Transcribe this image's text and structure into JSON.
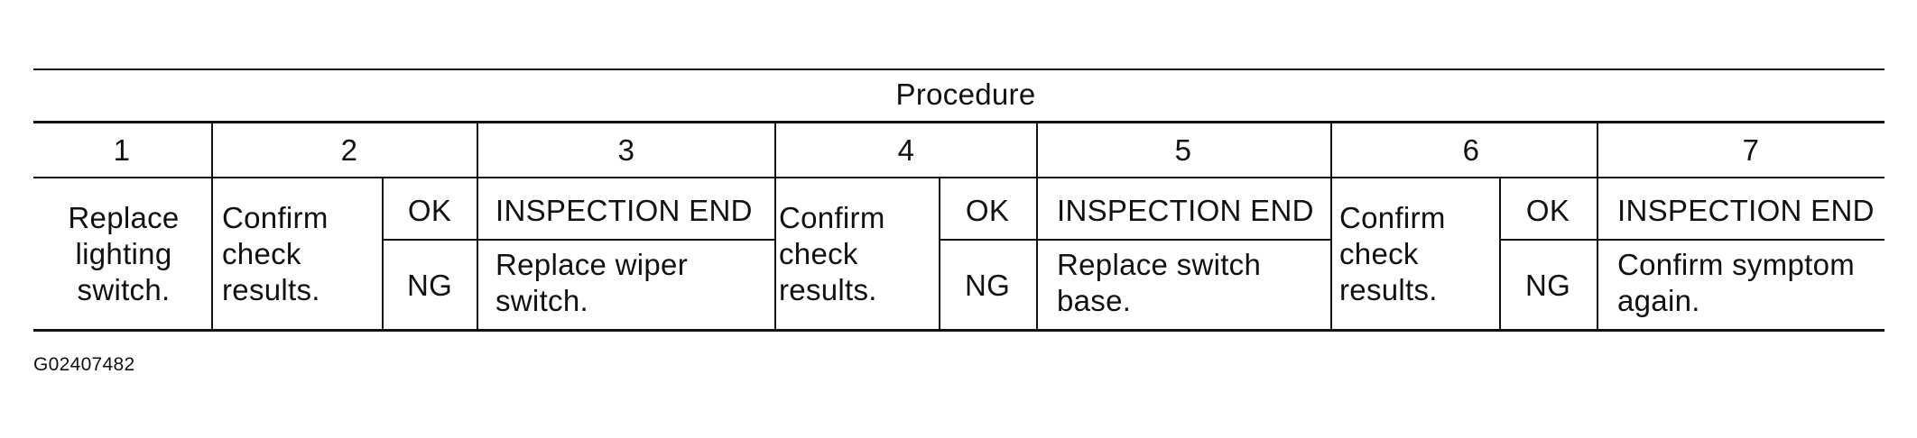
{
  "table": {
    "title": "Procedure",
    "steps": [
      "1",
      "2",
      "3",
      "4",
      "5",
      "6",
      "7"
    ],
    "step1_action": "Replace\nlighting\nswitch.",
    "step2_check": "Confirm\ncheck\nresults.",
    "step2_ok": "OK",
    "step2_ng": "NG",
    "step3_ok_result": "INSPECTION END",
    "step3_ng_result": "Replace wiper\nswitch.",
    "step4_check": "Confirm\ncheck\nresults.",
    "step4_ok": "OK",
    "step4_ng": "NG",
    "step5_ok_result": "INSPECTION END",
    "step5_ng_result": "Replace switch\nbase.",
    "step6_check": "Confirm\ncheck\nresults.",
    "step6_ok": "OK",
    "step6_ng": "NG",
    "step7_ok_result": "INSPECTION END",
    "step7_ng_result": "Confirm symptom\nagain."
  },
  "figure_code": "G02407482"
}
